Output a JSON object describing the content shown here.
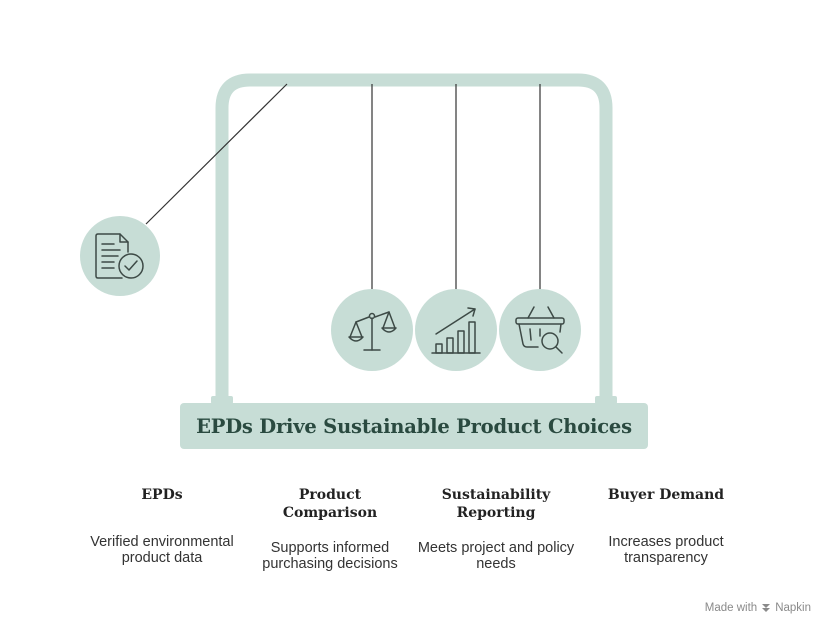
{
  "title": "EPDs Drive Sustainable Product Choices",
  "colors": {
    "frame": "#c7ddd6",
    "ball": "#c7ddd6",
    "icon_stroke": "#3d4a46",
    "title_text": "#2a4a40"
  },
  "items": [
    {
      "heading": "EPDs",
      "description": "Verified environmental product data",
      "icon": "document-check-icon"
    },
    {
      "heading": "Product Comparison",
      "description": "Supports informed purchasing decisions",
      "icon": "balance-scale-icon"
    },
    {
      "heading": "Sustainability Reporting",
      "description": "Meets project and policy needs",
      "icon": "growth-chart-icon"
    },
    {
      "heading": "Buyer Demand",
      "description": "Increases product transparency",
      "icon": "basket-search-icon"
    }
  ],
  "footer": {
    "made_with": "Made with",
    "brand": "Napkin",
    "logo_icon": "napkin-logo-icon"
  }
}
